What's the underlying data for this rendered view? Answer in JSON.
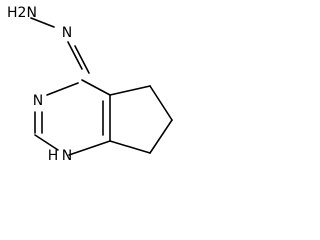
{
  "molecule": {
    "labels": {
      "hydrazine_terminal": "H2N",
      "hydrazine_n": "N",
      "ring_n3": "N",
      "ring_nh": "H",
      "ring_n1": "N"
    }
  },
  "colors": {
    "bond": "#000000",
    "text": "#000000",
    "background": "#ffffff"
  }
}
